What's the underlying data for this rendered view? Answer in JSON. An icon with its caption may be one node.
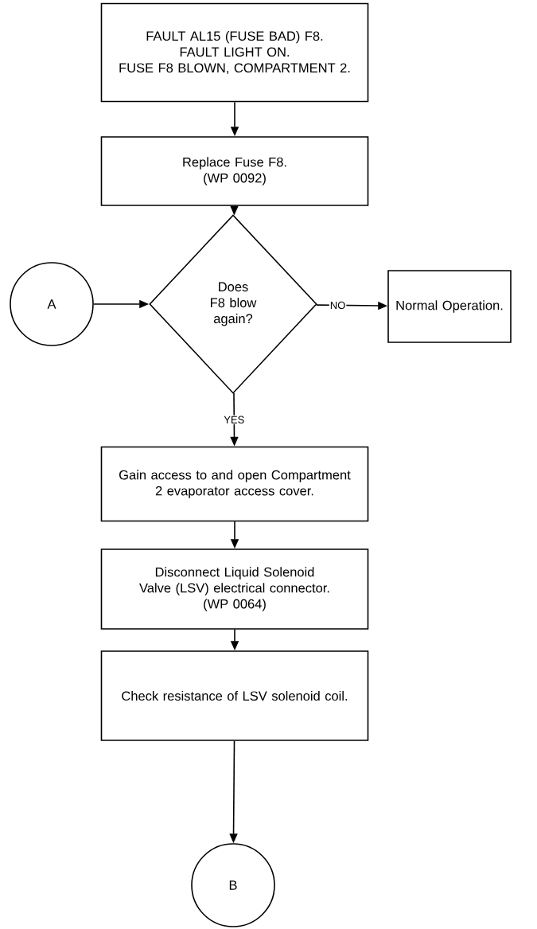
{
  "diagram": {
    "nodes": [
      {
        "text": [
          "FAULT AL15 (FUSE BAD) F8.",
          "FAULT LIGHT ON.",
          "FUSE F8 BLOWN, COMPARTMENT 2."
        ]
      },
      {
        "text": [
          "Replace Fuse F8.",
          "(WP 0092)"
        ]
      },
      {
        "text": [
          "A"
        ]
      },
      {
        "text": [
          "Does F8 blow again?"
        ]
      },
      {
        "text": [
          "Normal Operation."
        ]
      },
      {
        "text": [
          "Gain access to and open Compartment 2 evaporator access cover."
        ]
      },
      {
        "text": [
          "Disconnect Liquid Solenoid Valve (LSV) electrical connector.",
          "(WP 0064)"
        ]
      },
      {
        "text": [
          "Check resistance of LSV solenoid coil."
        ]
      },
      {
        "text": [
          "B"
        ]
      }
    ],
    "edges": [
      {
        "from": 0,
        "to": 1,
        "arrow": "to"
      },
      {
        "from": 1,
        "to": 3,
        "arrow": "to"
      },
      {
        "from": 2,
        "to": 3,
        "arrow": "to"
      },
      {
        "from": 3,
        "to": 4,
        "arrow": "to",
        "label": "NO"
      },
      {
        "from": 3,
        "to": 5,
        "arrow": "to",
        "label": "YES"
      },
      {
        "from": 5,
        "to": 6,
        "arrow": "to"
      },
      {
        "from": 6,
        "to": 7,
        "arrow": "to"
      },
      {
        "from": 7,
        "to": 8,
        "arrow": "to"
      }
    ]
  }
}
